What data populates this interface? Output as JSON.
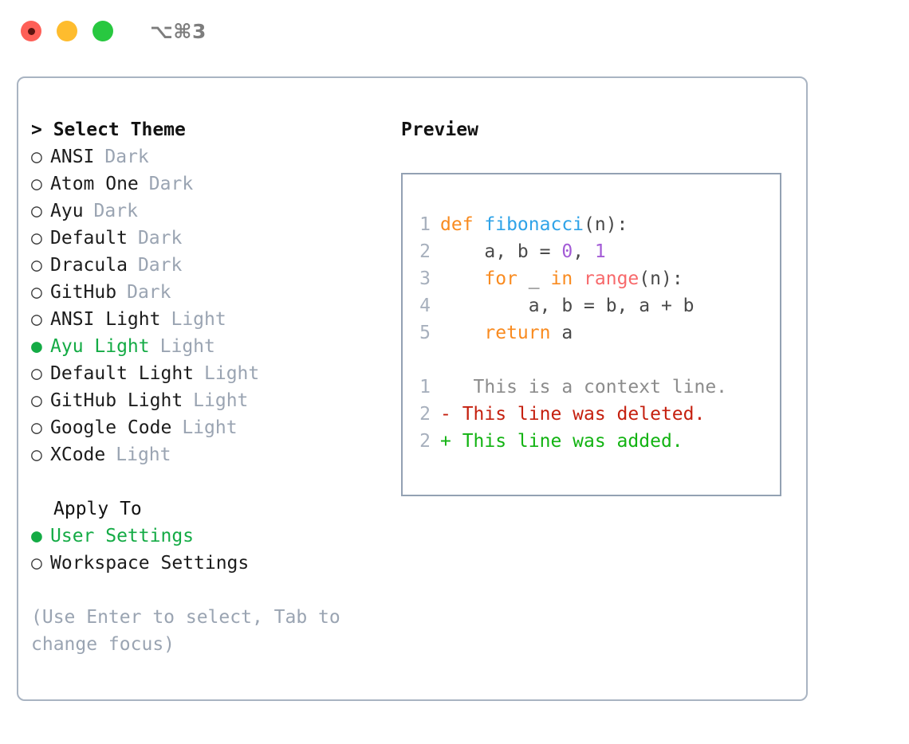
{
  "titlebar": {
    "lights": [
      {
        "name": "close",
        "color": "#fe5f57"
      },
      {
        "name": "minimize",
        "color": "#febc2e"
      },
      {
        "name": "zoom",
        "color": "#28c840"
      }
    ],
    "shortcut": "⌥⌘3"
  },
  "left": {
    "title": "> Select Theme",
    "themes": [
      {
        "radio": "○",
        "name": "ANSI",
        "kind": "Dark",
        "selected": false
      },
      {
        "radio": "○",
        "name": "Atom One",
        "kind": "Dark",
        "selected": false
      },
      {
        "radio": "○",
        "name": "Ayu",
        "kind": "Dark",
        "selected": false
      },
      {
        "radio": "○",
        "name": "Default",
        "kind": "Dark",
        "selected": false
      },
      {
        "radio": "○",
        "name": "Dracula",
        "kind": "Dark",
        "selected": false
      },
      {
        "radio": "○",
        "name": "GitHub",
        "kind": "Dark",
        "selected": false
      },
      {
        "radio": "○",
        "name": "ANSI Light",
        "kind": "Light",
        "selected": false
      },
      {
        "radio": "●",
        "name": "Ayu Light",
        "kind": "Light",
        "selected": true
      },
      {
        "radio": "○",
        "name": "Default Light",
        "kind": "Light",
        "selected": false
      },
      {
        "radio": "○",
        "name": "GitHub Light",
        "kind": "Light",
        "selected": false
      },
      {
        "radio": "○",
        "name": "Google Code",
        "kind": "Light",
        "selected": false
      },
      {
        "radio": "○",
        "name": "XCode",
        "kind": "Light",
        "selected": false
      }
    ],
    "apply_to": {
      "title": "Apply To",
      "options": [
        {
          "radio": "●",
          "name": "User Settings",
          "selected": true
        },
        {
          "radio": "○",
          "name": "Workspace Settings",
          "selected": false
        }
      ]
    },
    "hint": "(Use Enter to select, Tab to change focus)"
  },
  "right": {
    "title": "Preview",
    "code": [
      {
        "ln": "1",
        "tokens": [
          {
            "t": "def ",
            "c": "kw"
          },
          {
            "t": "fibonacci",
            "c": "fn"
          },
          {
            "t": "(n):",
            "c": "punc"
          }
        ]
      },
      {
        "ln": "2",
        "tokens": [
          {
            "t": "    a, b = ",
            "c": "var"
          },
          {
            "t": "0",
            "c": "num"
          },
          {
            "t": ", ",
            "c": "var"
          },
          {
            "t": "1",
            "c": "num"
          }
        ]
      },
      {
        "ln": "3",
        "tokens": [
          {
            "t": "    ",
            "c": "var"
          },
          {
            "t": "for",
            "c": "kw"
          },
          {
            "t": " _ ",
            "c": "var"
          },
          {
            "t": "in",
            "c": "kw"
          },
          {
            "t": " ",
            "c": "var"
          },
          {
            "t": "range",
            "c": "call"
          },
          {
            "t": "(n):",
            "c": "punc"
          }
        ]
      },
      {
        "ln": "4",
        "tokens": [
          {
            "t": "        a, b = b, a + b",
            "c": "var"
          }
        ]
      },
      {
        "ln": "5",
        "tokens": [
          {
            "t": "    ",
            "c": "var"
          },
          {
            "t": "return",
            "c": "kw"
          },
          {
            "t": " a",
            "c": "var"
          }
        ]
      }
    ],
    "diff": [
      {
        "ln": "1",
        "marker": " ",
        "text": "  This is a context line.",
        "kind": "ctx"
      },
      {
        "ln": "2",
        "marker": "-",
        "text": " This line was deleted.",
        "kind": "del"
      },
      {
        "ln": "2",
        "marker": "+",
        "text": " This line was added.",
        "kind": "add"
      }
    ]
  },
  "colors": {
    "accent_green": "#14ab45",
    "muted": "#9aa4b2",
    "border": "#a9b4c2",
    "preview_border": "#93a1b3",
    "keyword": "#f98b20",
    "function": "#2fa3e8",
    "call": "#f7696b",
    "number": "#a35bd6",
    "diff_delete": "#c5200f",
    "diff_add": "#12b312"
  }
}
